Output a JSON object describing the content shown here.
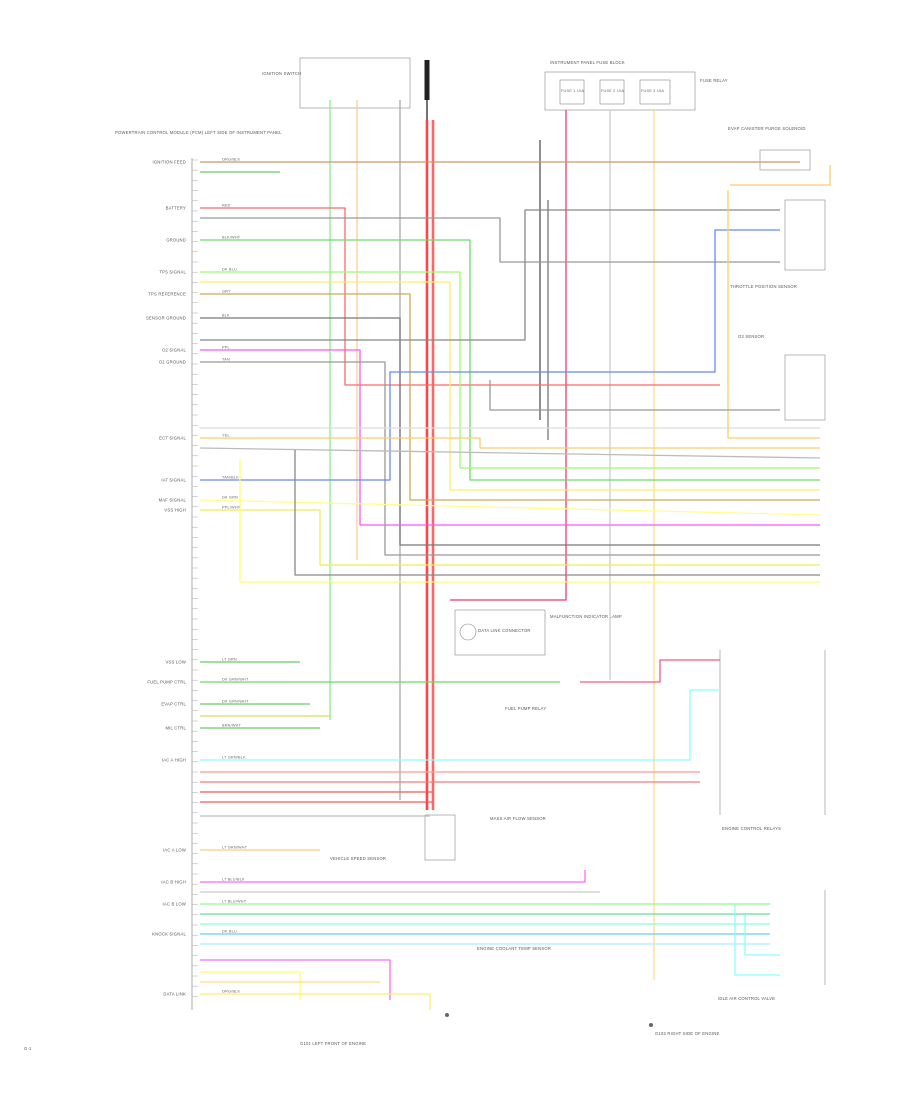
{
  "labels": {
    "pcm": "POWERTRAIN CONTROL MODULE (PCM) LEFT SIDE OF INSTRUMENT PANEL",
    "ignition_switch": "IGNITION SWITCH",
    "fuse_block": "INSTRUMENT PANEL FUSE BLOCK",
    "fuse_a": "FUSE 1 10A",
    "fuse_b": "FUSE 2 10A",
    "fuse_c": "FUSE 3 15A",
    "fuse_relay": "FUSE RELAY",
    "evap_solenoid": "EVAP CANISTER PURGE SOLENOID",
    "throttle_sensor": "THROTTLE POSITION SENSOR",
    "o2_sensor": "O2 SENSOR",
    "vss_sensor": "VEHICLE SPEED SENSOR",
    "data_link": "DATA LINK CONNECTOR",
    "mil": "MALFUNCTION INDICATOR LAMP",
    "ecm_relays": "ENGINE CONTROL RELAYS",
    "fuel_pump_relay": "FUEL PUMP RELAY",
    "ground_a": "G101 LEFT FRONT OF ENGINE",
    "ground_b": "G102 RIGHT SIDE OF ENGINE",
    "iac_valve": "IDLE AIR CONTROL VALVE",
    "ect_sensor": "ENGINE COOLANT TEMP SENSOR",
    "mafs": "MASS AIR FLOW SENSOR",
    "page_ref": "G-1"
  },
  "pins": [
    {
      "name": "IGNITION FEED",
      "wire": "ORG/BLK"
    },
    {
      "name": "BATTERY",
      "wire": "RED"
    },
    {
      "name": "GROUND",
      "wire": "BLK/WHT"
    },
    {
      "name": "TPS SIGNAL",
      "wire": "DK BLU"
    },
    {
      "name": "TPS REFERENCE",
      "wire": "GRY"
    },
    {
      "name": "SENSOR GROUND",
      "wire": "BLK"
    },
    {
      "name": "O2 SIGNAL",
      "wire": "PPL"
    },
    {
      "name": "O2 GROUND",
      "wire": "TAN"
    },
    {
      "name": "ECT SIGNAL",
      "wire": "YEL"
    },
    {
      "name": "IAT SIGNAL",
      "wire": "TAN/BLK"
    },
    {
      "name": "MAF SIGNAL",
      "wire": "DK GRN"
    },
    {
      "name": "VSS HIGH",
      "wire": "PPL/WHT"
    },
    {
      "name": "VSS LOW",
      "wire": "LT GRN"
    },
    {
      "name": "FUEL PUMP CTRL",
      "wire": "DK GRN/WHT"
    },
    {
      "name": "EVAP CTRL",
      "wire": "DK GRN/WHT"
    },
    {
      "name": "MIL CTRL",
      "wire": "BRN/WHT"
    },
    {
      "name": "IAC A HIGH",
      "wire": "LT GRN/BLK"
    },
    {
      "name": "IAC A LOW",
      "wire": "LT GRN/WHT"
    },
    {
      "name": "IAC B HIGH",
      "wire": "LT BLU/BLK"
    },
    {
      "name": "IAC B LOW",
      "wire": "LT BLU/WHT"
    },
    {
      "name": "KNOCK SIGNAL",
      "wire": "DK BLU"
    },
    {
      "name": "DATA LINK",
      "wire": "ORG/BLK"
    }
  ]
}
